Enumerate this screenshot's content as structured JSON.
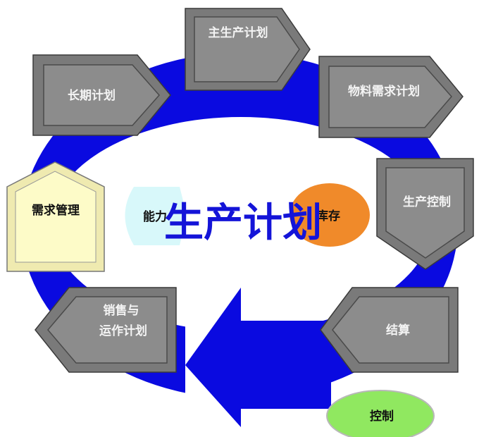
{
  "title": "生产计划",
  "colors": {
    "ring": "#0a0ae0",
    "box": "#8c8c8c",
    "demand": "#fdfbc8",
    "capacity": "#d8f8fa",
    "inventory": "#f08a2a",
    "control": "#90e860"
  },
  "nodes": {
    "long_term": "长期计划",
    "mps": "主生产计划",
    "mrp": "物料需求计划",
    "production_control": "生产控制",
    "settlement": "结算",
    "sop_line1": "销售与",
    "sop_line2": "运作计划",
    "demand_mgmt": "需求管理",
    "capacity": "能力",
    "inventory": "库存",
    "control": "控制"
  }
}
